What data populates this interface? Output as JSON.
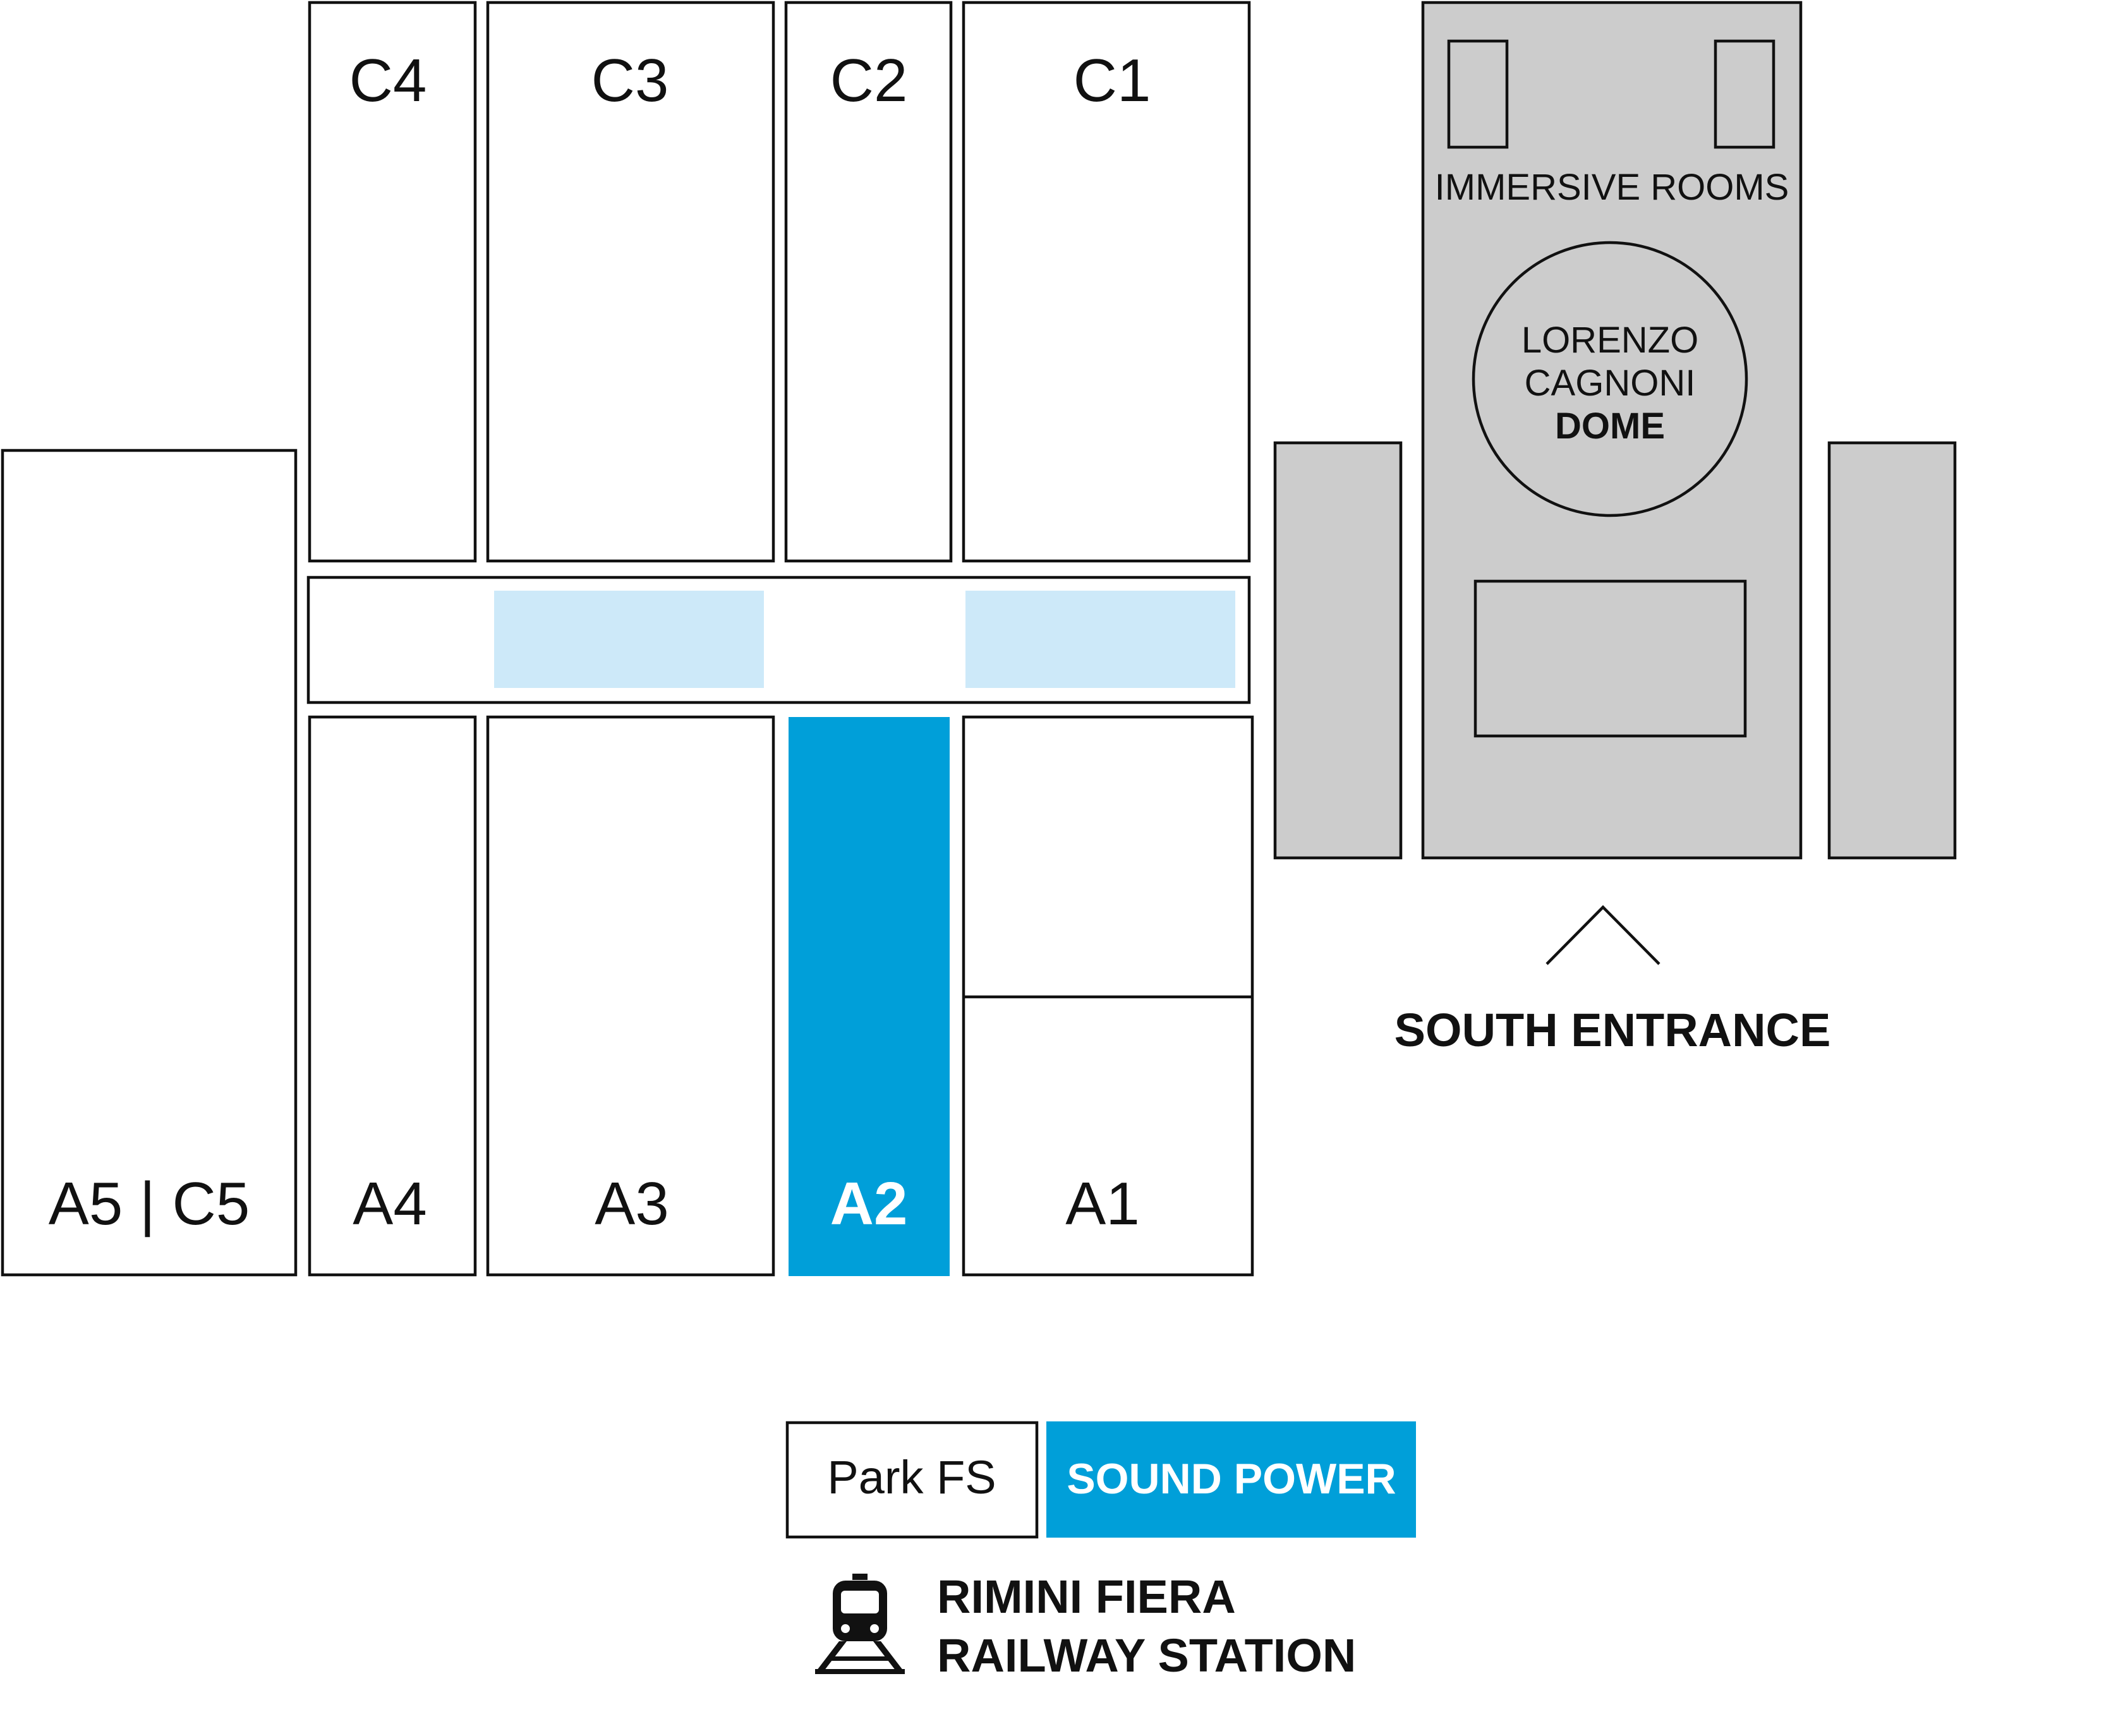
{
  "colors": {
    "highlight": "#009fd9",
    "light_highlight": "#cde9f9",
    "pavilion_grey": "#cccccc",
    "stroke": "#111111"
  },
  "halls": {
    "c4": "C4",
    "c3": "C3",
    "c2": "C2",
    "c1": "C1",
    "a5_c5": "A5 | C5",
    "a4": "A4",
    "a3": "A3",
    "a2": "A2",
    "a1": "A1"
  },
  "pavilion": {
    "immersive_rooms": "IMMERSIVE ROOMS",
    "dome_line1": "LORENZO",
    "dome_line2": "CAGNONI",
    "dome_line3": "DOME"
  },
  "entrance": {
    "label": "SOUTH ENTRANCE",
    "icon": "chevron-up-icon"
  },
  "legend": {
    "park": "Park FS",
    "sound_power": "SOUND POWER"
  },
  "station": {
    "line1": "RIMINI FIERA",
    "line2": "RAILWAY STATION",
    "icon": "train-icon"
  }
}
